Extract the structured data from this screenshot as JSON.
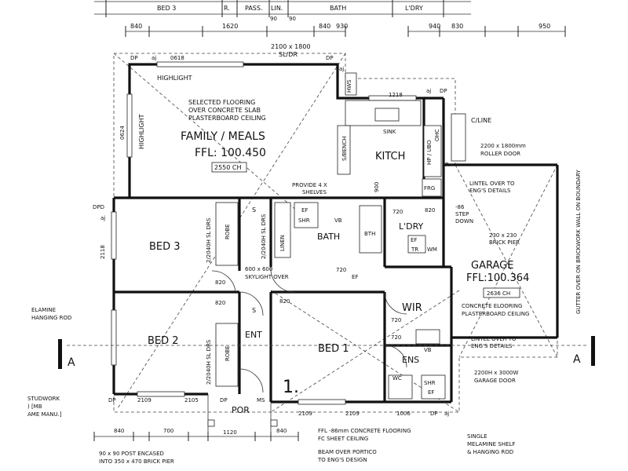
{
  "top_strip": {
    "rooms": [
      "BED 3",
      "R.",
      "PASS.",
      "LIN.",
      "BATH",
      "L'DRY"
    ],
    "dims": [
      "840",
      "1620",
      "90",
      "90",
      "840",
      "930",
      "940",
      "830",
      "950"
    ]
  },
  "top_labels": {
    "window": "2100 x 1800",
    "window_type": "SL/DR",
    "dp_left": "DP",
    "aj_left": "aj",
    "dim_0618": "0618",
    "dp_mid": "DP",
    "dim_1218": "1218",
    "aj_right1": "aj",
    "dp_right1": "DP",
    "aj_right2": "aj",
    "hws": "HWS"
  },
  "family": {
    "highlight_top": "HIGHLIGHT",
    "highlight_side": "HIGHLIGHT",
    "note_line1": "SELECTED FLOORING",
    "note_line2": "OVER CONCRETE SLAB",
    "note_line3": "PLASTERBOARD CEILING",
    "title": "FAMILY / MEALS",
    "ffl": "FFL: 100.450",
    "ceiling": "2550 CH",
    "side_dim": "0624"
  },
  "kitchen": {
    "title": "KITCH",
    "sink": "SINK",
    "bench": "S/BENCH",
    "appliances": "HP / UBO",
    "ohc": "OHC",
    "frg": "FRG",
    "p": "P.",
    "dim_900": "900",
    "cline": "C/LINE"
  },
  "garage": {
    "roller_door": "2200 x 1800mm",
    "roller_door_type": "ROLLER DOOR",
    "lintel1_line1": "LINTEL OVER TO",
    "lintel1_line2": "ENG'S DETAILS",
    "step_line1": "-86",
    "step_line2": "STEP",
    "step_line3": "DOWN",
    "pier_line1": "230 x 230",
    "pier_line2": "BRICK PIER",
    "title": "GARAGE",
    "ffl": "FFL:100.364",
    "ceiling": "2636 CH",
    "floor_line1": "CONCRETE ELOORING",
    "floor_line2": "PLASTERBOARD CEILING",
    "lintel2_line1": "LINTEL OVER TO",
    "lintel2_line2": "ENG'S DETAILS",
    "door": "2200H x 3000W",
    "door_type": "GARAGE DOOR",
    "gutter_note": "GUTTER OVER ON BRICKWORK WALL ON BOUNDARY"
  },
  "bath": {
    "shelves_line1": "PROVIDE 4 X",
    "shelves_line2": "SHELVES",
    "title": "BATH",
    "shr": "SHR",
    "vb": "VB",
    "bth": "BTH",
    "ef": "EF",
    "linen": "LINEN",
    "s": "S",
    "drs": "2/2040H SL DRS"
  },
  "laundry": {
    "title": "L'DRY",
    "wm": "WM",
    "tr": "TR",
    "ef": "EF",
    "dim_720": "720",
    "dim_820": "820"
  },
  "bed3": {
    "title": "BED 3",
    "robe": "ROBE",
    "drs": "2/2040H SL DRS",
    "dim_820": "820",
    "dpd": "DPD",
    "aj": "aj",
    "side_dim": "2118"
  },
  "hall": {
    "skylight_line1": "600 x 600",
    "skylight_line2": "SKYLIGHT OVER",
    "dim_720": "720",
    "ef": "EF",
    "s": "S",
    "ent": "ENT",
    "dim_820a": "820",
    "dim_820b": "820"
  },
  "wir": {
    "title": "WIR",
    "dim_720a": "720",
    "dim_720b": "720",
    "vb": "VB"
  },
  "bed2": {
    "title": "BED 2",
    "robe": "ROBE",
    "drs": "2/2040H SL DRS",
    "laminate_line1": "ELAMINE",
    "laminate_line2": "HANGING ROD"
  },
  "bed1": {
    "title": "BED 1"
  },
  "ens": {
    "title": "ENS",
    "wc": "WC",
    "shr": "SHR",
    "ef": "EF"
  },
  "section": {
    "left_marker": "A",
    "right_marker": "A",
    "number": "1."
  },
  "bottom": {
    "dp1": "DP",
    "dim_2109a": "2109",
    "dim_2105": "2105",
    "dp2": "DP",
    "ms": "MS",
    "dim_2109b": "2109",
    "dim_2109c": "2109",
    "dim_1006": "1006",
    "dp3": "DP",
    "aj": "aj",
    "por": "POR",
    "studwork_line1": "STUDWORK",
    "studwork_line2": ") [MB",
    "studwork_line3": "AME MANU.]",
    "dims_row": [
      "840",
      "700",
      "1120",
      "840"
    ],
    "post_line1": "90 x 90 POST ENCASED",
    "post_line2": "INTO 350 x 470 BRICK PIER",
    "ffl_line1": "FFL -86mm CONCRETE FLOORING",
    "ffl_line2": "FC SHEET CEILING",
    "beam_line1": "BEAM OVER PORTICO",
    "beam_line2": "TO ENG'S DESIGN",
    "shelf_line1": "SINGLE",
    "shelf_line2": "MELAMINE SHELF",
    "shelf_line3": "& HANGING ROD"
  }
}
